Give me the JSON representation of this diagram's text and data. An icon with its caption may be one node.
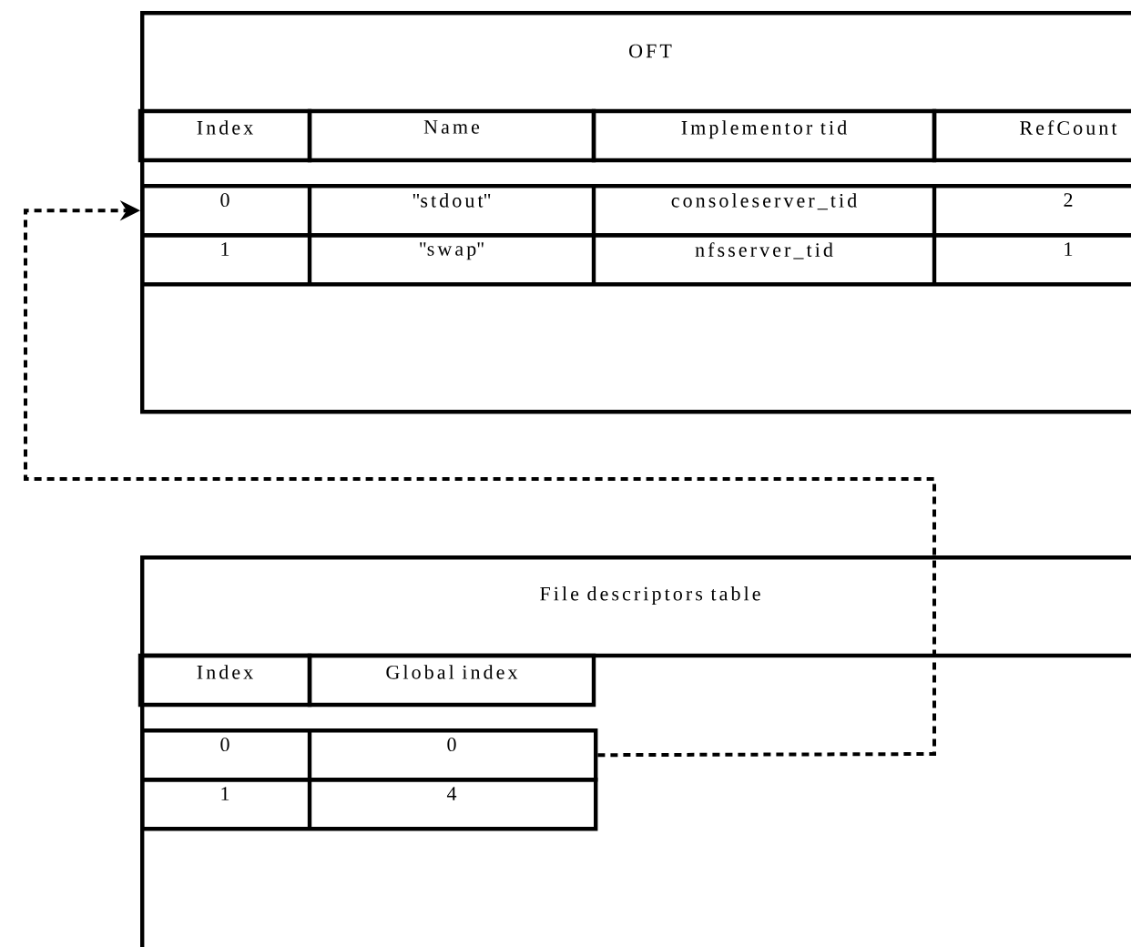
{
  "diagram": {
    "nodes": [
      {
        "text": [
          "OFT"
        ]
      },
      {
        "text": [
          "0",
          "\"stdout\"",
          "consoleserver_tid",
          "2"
        ],
        "in": 0
      },
      {
        "text": [
          "1",
          "\"swap\"",
          "nfsserver_tid",
          "1"
        ],
        "in": 0
      },
      {
        "text": [
          "File descriptors table"
        ]
      },
      {
        "text": [
          "0",
          "0"
        ],
        "in": 3
      },
      {
        "text": [
          "1",
          "4"
        ],
        "in": 3
      }
    ],
    "edges": [
      {
        "from": 4,
        "to": 1,
        "arrow": "to",
        "style": "dashed"
      }
    ],
    "labels": [
      "Index",
      "Name",
      "Implementor tid",
      "RefCount",
      "Index",
      "Global index"
    ]
  }
}
